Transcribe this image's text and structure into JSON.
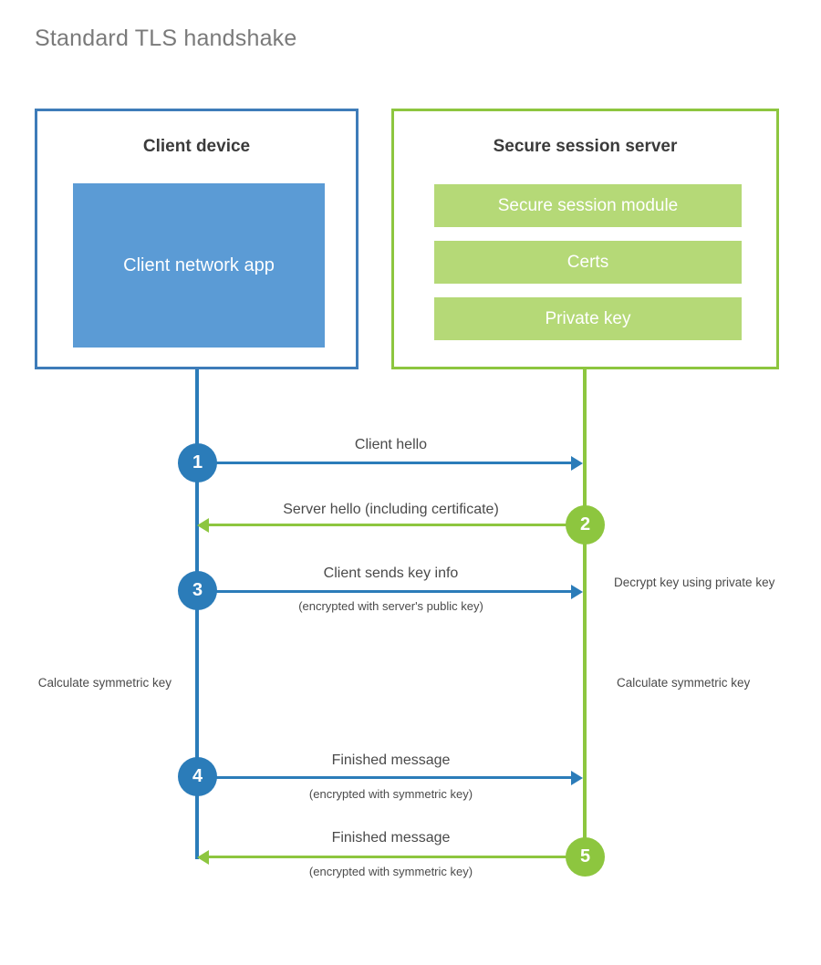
{
  "title": "Standard TLS handshake",
  "colors": {
    "client_blue": "#2b7cb9",
    "client_box_border": "#3e7cb9",
    "client_app_fill": "#5b9bd5",
    "server_green": "#8dc63f",
    "server_block_fill": "#b5d977",
    "title_gray": "#7a7a7a",
    "text_gray": "#4a4a4a"
  },
  "client": {
    "title": "Client device",
    "app_label": "Client network app"
  },
  "server": {
    "title": "Secure session server",
    "blocks": [
      {
        "label": "Secure session module"
      },
      {
        "label": "Certs"
      },
      {
        "label": "Private key"
      }
    ]
  },
  "steps": [
    {
      "number": "1",
      "label": "Client hello",
      "sub": "",
      "direction": "client-to-server",
      "color": "blue"
    },
    {
      "number": "2",
      "label": "Server hello (including certificate)",
      "sub": "",
      "direction": "server-to-client",
      "color": "green"
    },
    {
      "number": "3",
      "label": "Client sends key info",
      "sub": "(encrypted with server's public key)",
      "direction": "client-to-server",
      "color": "blue"
    },
    {
      "number": "4",
      "label": "Finished message",
      "sub": "(encrypted with symmetric key)",
      "direction": "client-to-server",
      "color": "blue"
    },
    {
      "number": "5",
      "label": "Finished message",
      "sub": "(encrypted with symmetric key)",
      "direction": "server-to-client",
      "color": "green"
    }
  ],
  "annotations": {
    "decrypt_key": "Decrypt key using private key",
    "client_calculate": "Calculate symmetric key",
    "server_calculate": "Calculate symmetric key"
  }
}
